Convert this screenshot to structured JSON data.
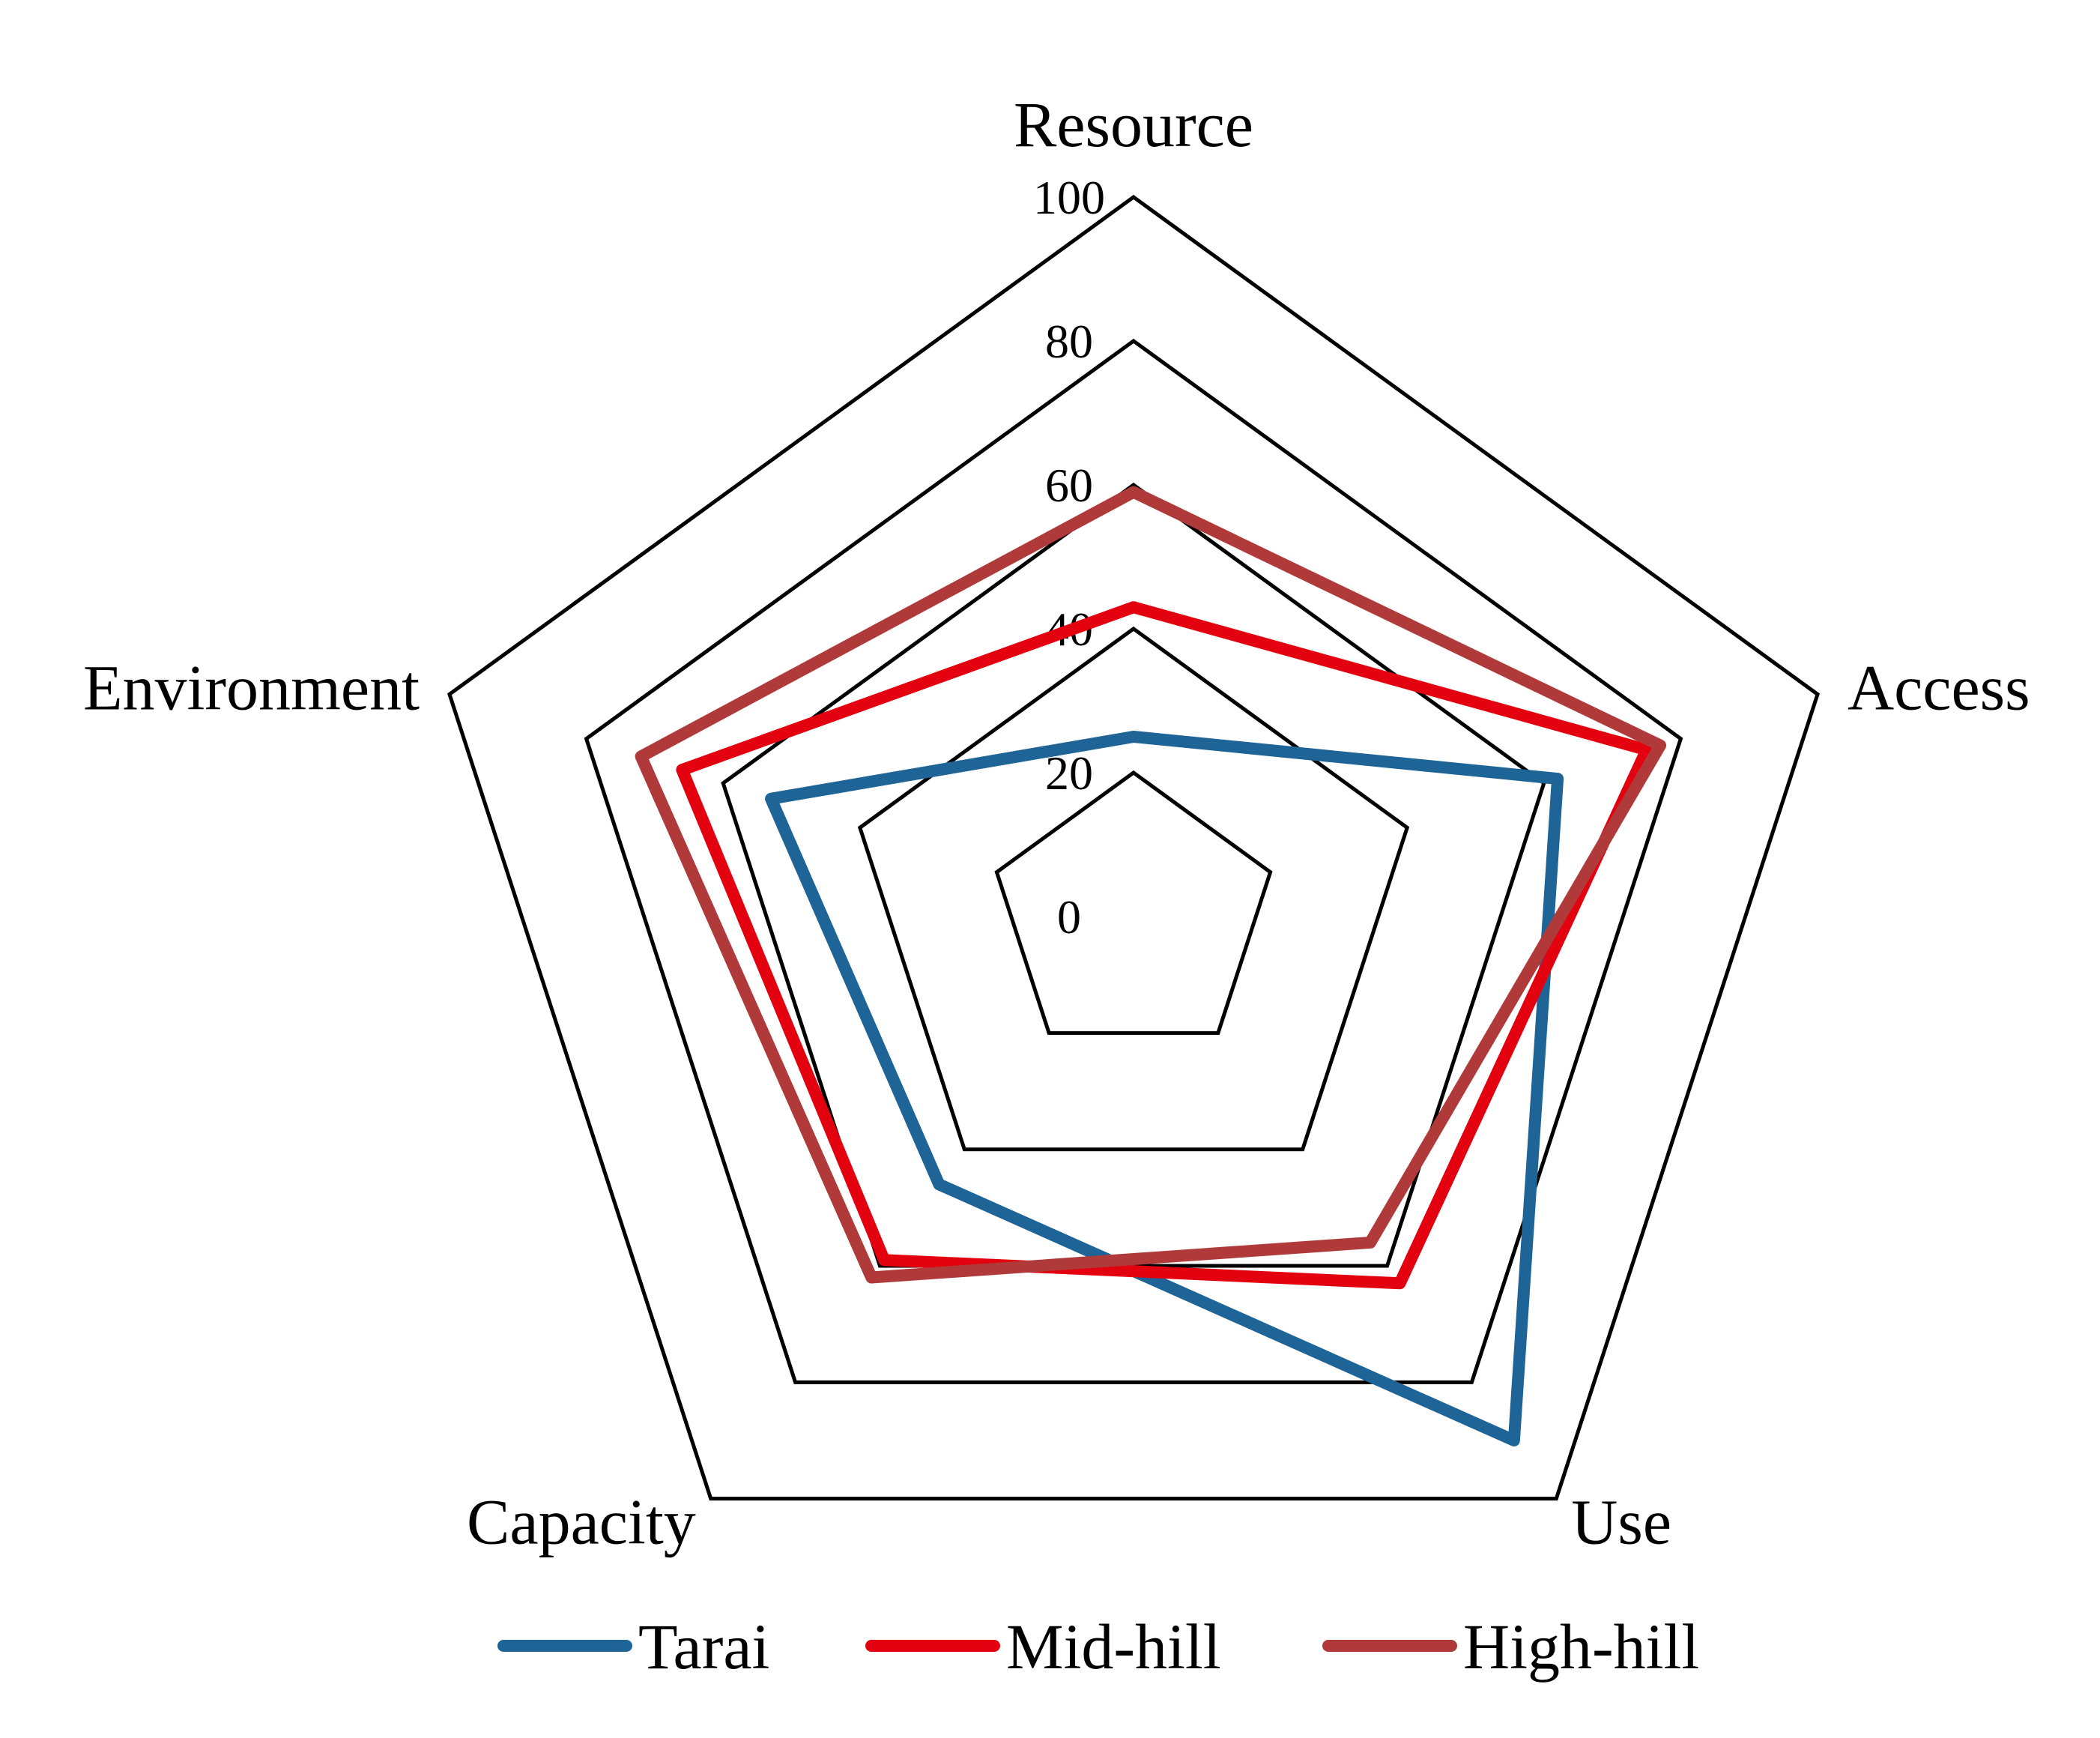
{
  "chart_data": {
    "type": "radar",
    "title": "",
    "categories": [
      "Resource",
      "Access",
      "Use",
      "Capacity",
      "Environment"
    ],
    "ticks": [
      "0",
      "20",
      "40",
      "60",
      "80",
      "100"
    ],
    "rlim": [
      0,
      100
    ],
    "legend_position": "bottom",
    "series": [
      {
        "name": "Tarai",
        "color": "#1F6496",
        "values": [
          25,
          62,
          90,
          46,
          53
        ]
      },
      {
        "name": "Mid-hill",
        "color": "#E3000F",
        "values": [
          43,
          75,
          63,
          59,
          66
        ]
      },
      {
        "name": "High-hill",
        "color": "#B03A3A",
        "values": [
          59,
          77,
          56,
          62,
          72
        ]
      }
    ]
  }
}
